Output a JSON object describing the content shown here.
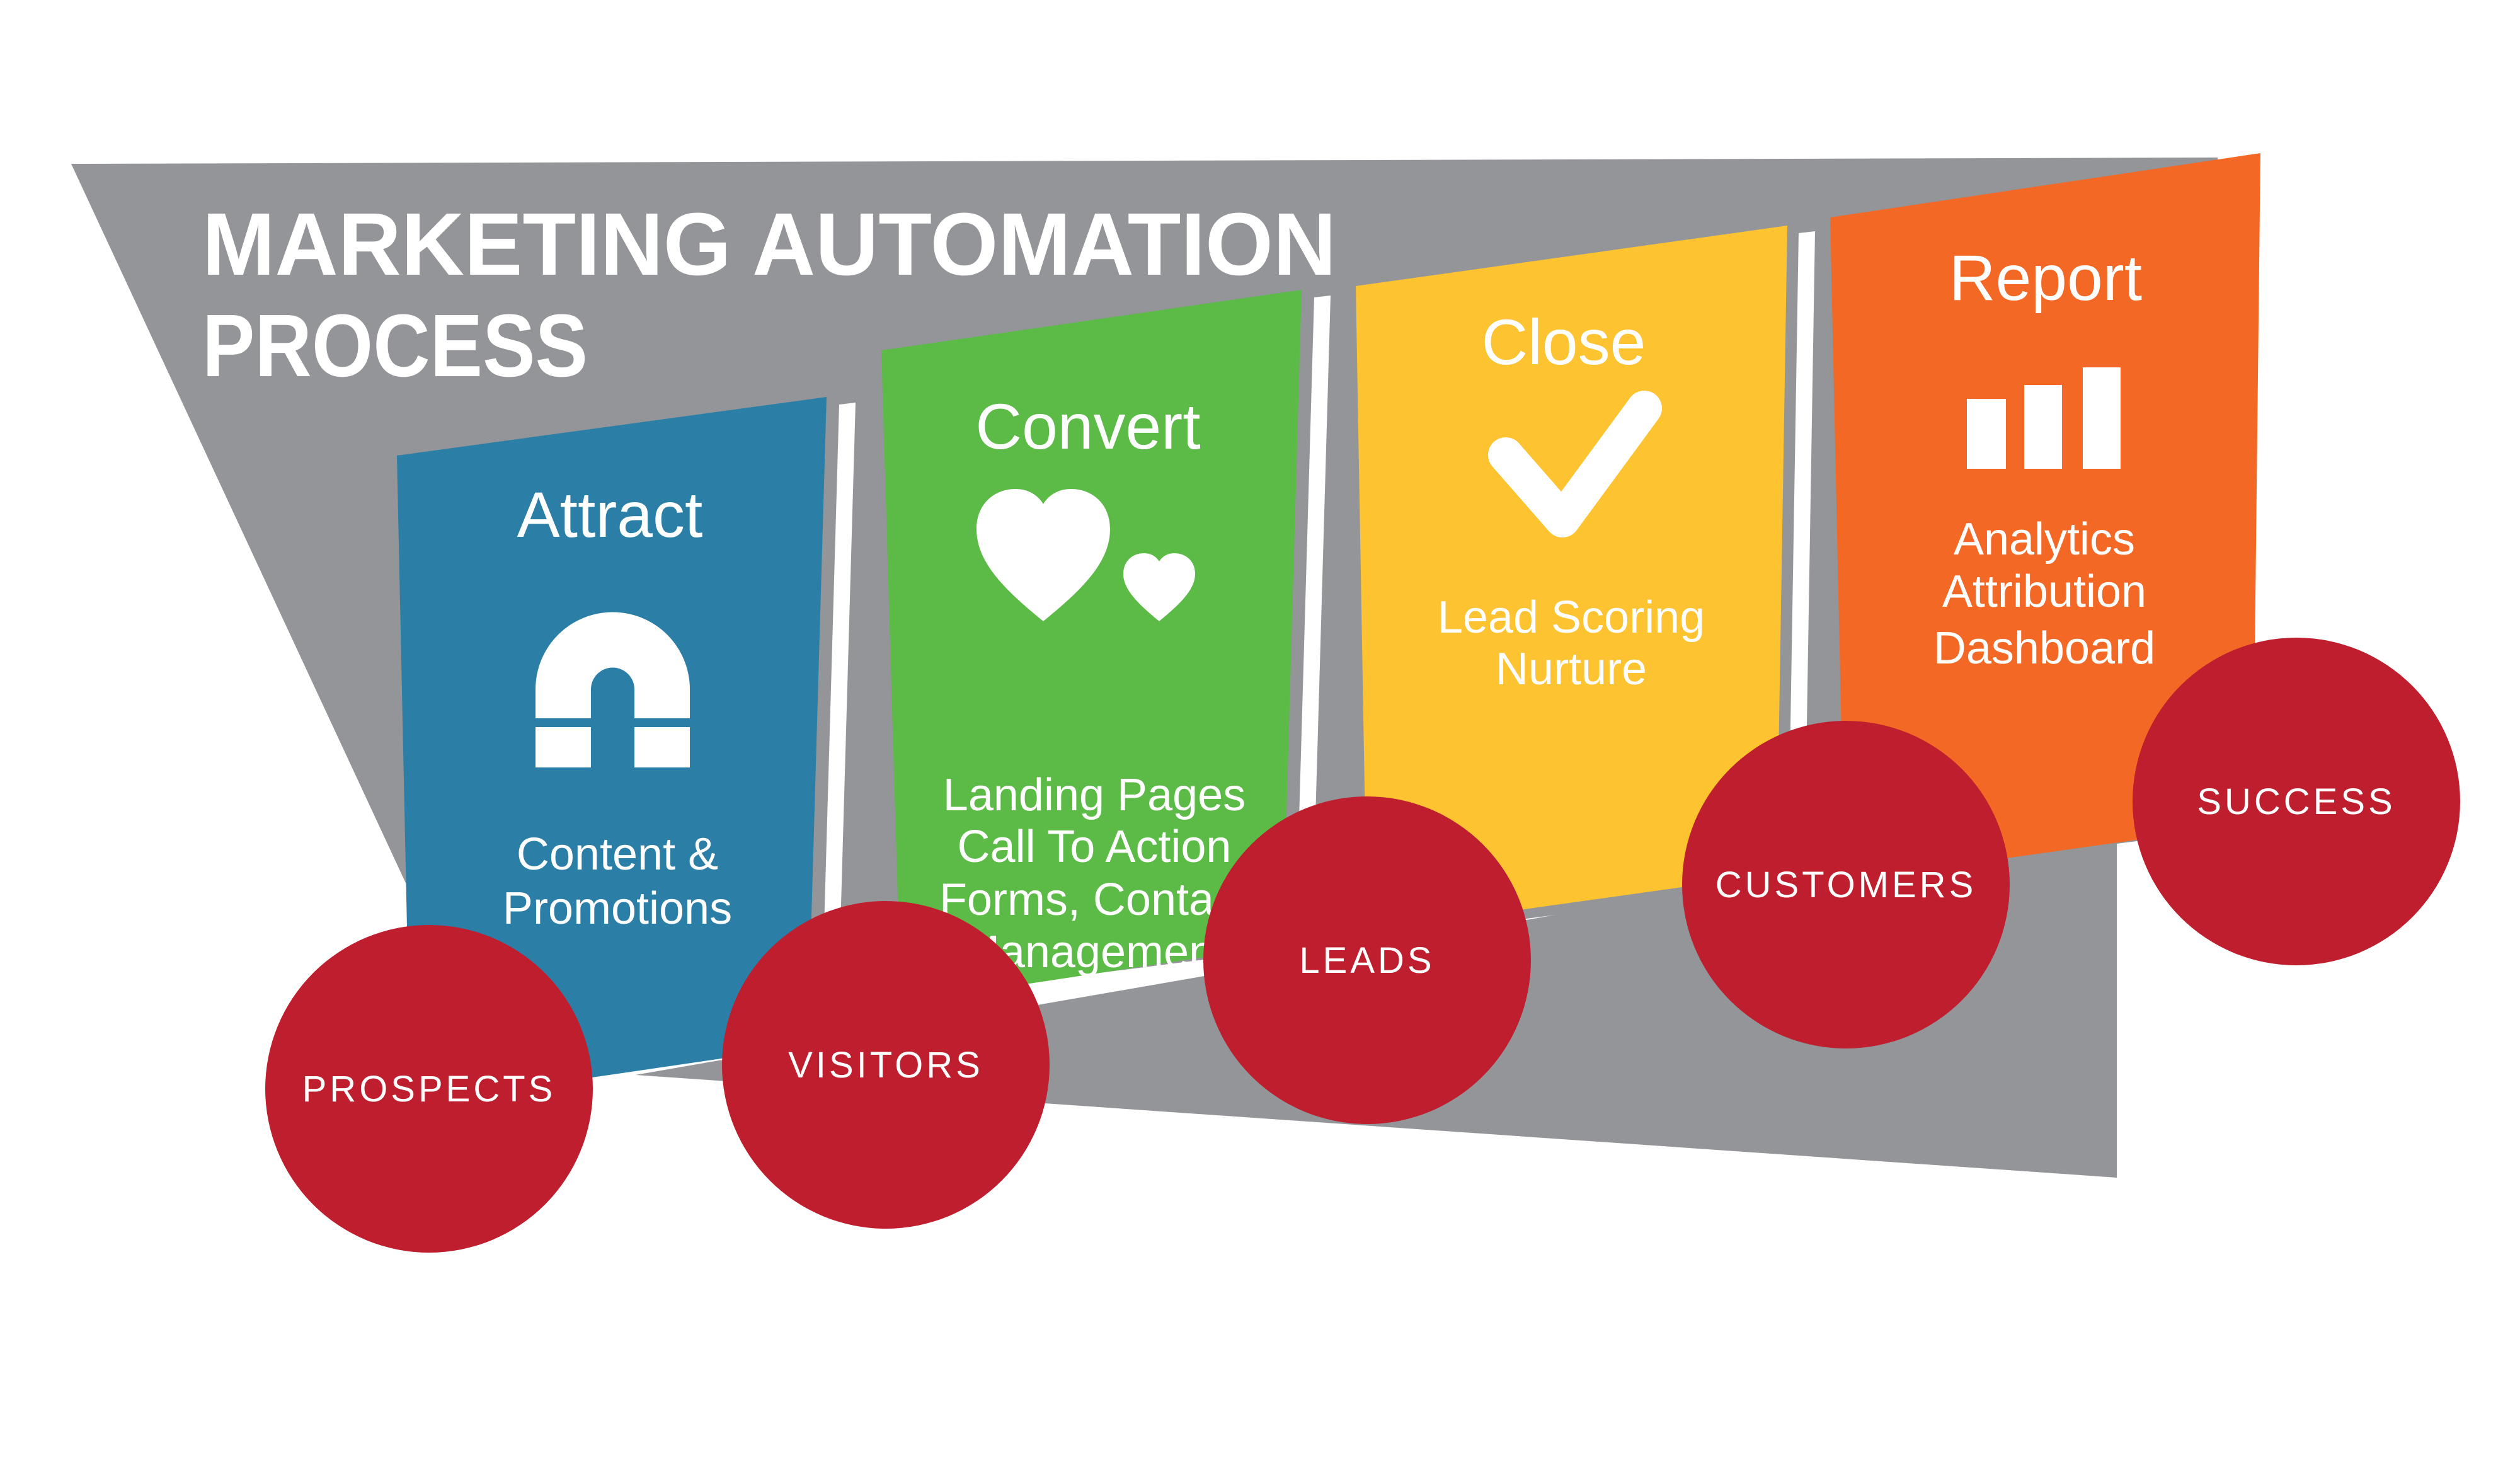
{
  "title": {
    "line1": "MARKETING AUTOMATION",
    "line2": "PROCESS"
  },
  "colors": {
    "background": "#ffffff",
    "gray": "#939598",
    "white": "#ffffff",
    "red": "#be1e2d",
    "blue": "#2b7fa6",
    "green": "#5bbb46",
    "yellow": "#fdc330",
    "orange": "#f26824"
  },
  "stages": [
    {
      "label": "Attract",
      "icon": "magnet-icon",
      "color": "#2b7fa6",
      "lines": [
        "Content &",
        "Promotions"
      ]
    },
    {
      "label": "Convert",
      "icon": "hearts-icon",
      "color": "#5bbb46",
      "lines": [
        "Landing Pages",
        "Call To Action",
        "Forms, Contact",
        "Management"
      ]
    },
    {
      "label": "Close",
      "icon": "check-icon",
      "color": "#fdc330",
      "lines": [
        "Lead Scoring",
        "Nurture"
      ]
    },
    {
      "label": "Report",
      "icon": "bar-chart-icon",
      "color": "#f26824",
      "lines": [
        "Analytics",
        "Attribution",
        "Dashboard"
      ]
    }
  ],
  "funnel": [
    {
      "label": "PROSPECTS"
    },
    {
      "label": "VISITORS"
    },
    {
      "label": "LEADS"
    },
    {
      "label": "CUSTOMERS"
    },
    {
      "label": "SUCCESS"
    }
  ]
}
